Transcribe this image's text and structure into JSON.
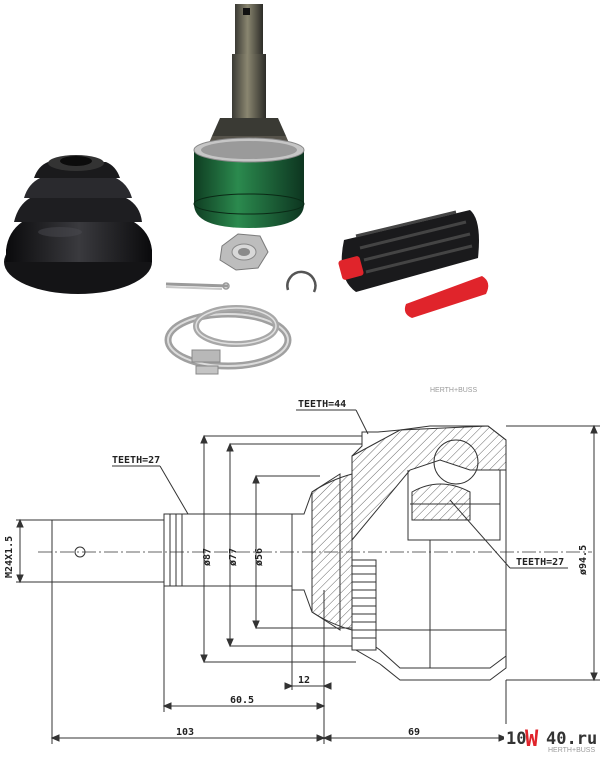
{
  "brand_mark": "HERTH+BUSS",
  "labels": {
    "teeth_left": "TEETH=27",
    "teeth_top": "TEETH=44",
    "teeth_right": "TEETH=27",
    "thread": "M24X1.5",
    "d_outer": "ø94.5",
    "d_87": "ø87",
    "d_77": "ø77",
    "d_56": "ø56"
  },
  "dimensions": {
    "d12": "12",
    "d60": "60.5",
    "d103": "103",
    "d69": "69"
  },
  "site_logo": {
    "prefix": "10",
    "w": "W",
    "suffix": "40.ru"
  },
  "colors": {
    "rubber": "#1c1c1e",
    "joint_green": "#1e6b3a",
    "metal": "#a8a8a8",
    "red_cap": "#e0242b",
    "drawing_line": "#333333"
  }
}
